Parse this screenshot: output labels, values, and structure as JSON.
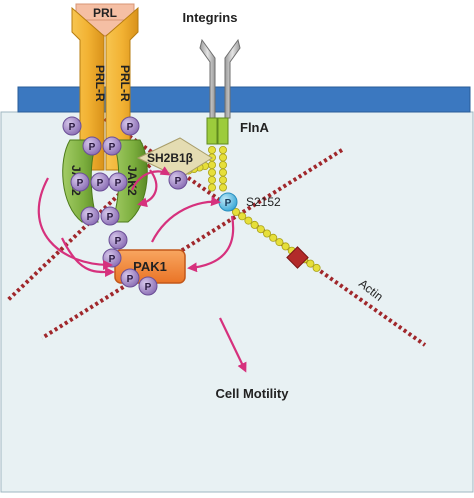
{
  "labels": {
    "prl": "PRL",
    "integrins": "Integrins",
    "prl_r_left": "PRL-R",
    "prl_r_right": "PRL-R",
    "jak2_left": "JAK2",
    "jak2_right": "JAK2",
    "flna": "FlnA",
    "sh2b1b": "SH2B1β",
    "s2152": "S2152",
    "pak1": "PAK1",
    "actin": "Actin",
    "cell_motility": "Cell Motility",
    "phospho": "P"
  },
  "colors": {
    "membrane": "#3b78c0",
    "cytoplasm": "#e8f1f3",
    "receptor": "#f2b233",
    "jak2": "#7cae3e",
    "phospho": "#a98fc6",
    "flna_green": "#9ccc3c",
    "filament_dot": "#e6df3a",
    "actin_dash": "#a0272b",
    "sh2b1b": "#e4dcb2",
    "pak1": "#f4883a",
    "arrow": "#d6317d",
    "s2152_circle": "#5cc1e8",
    "red_square": "#b22a2a"
  }
}
